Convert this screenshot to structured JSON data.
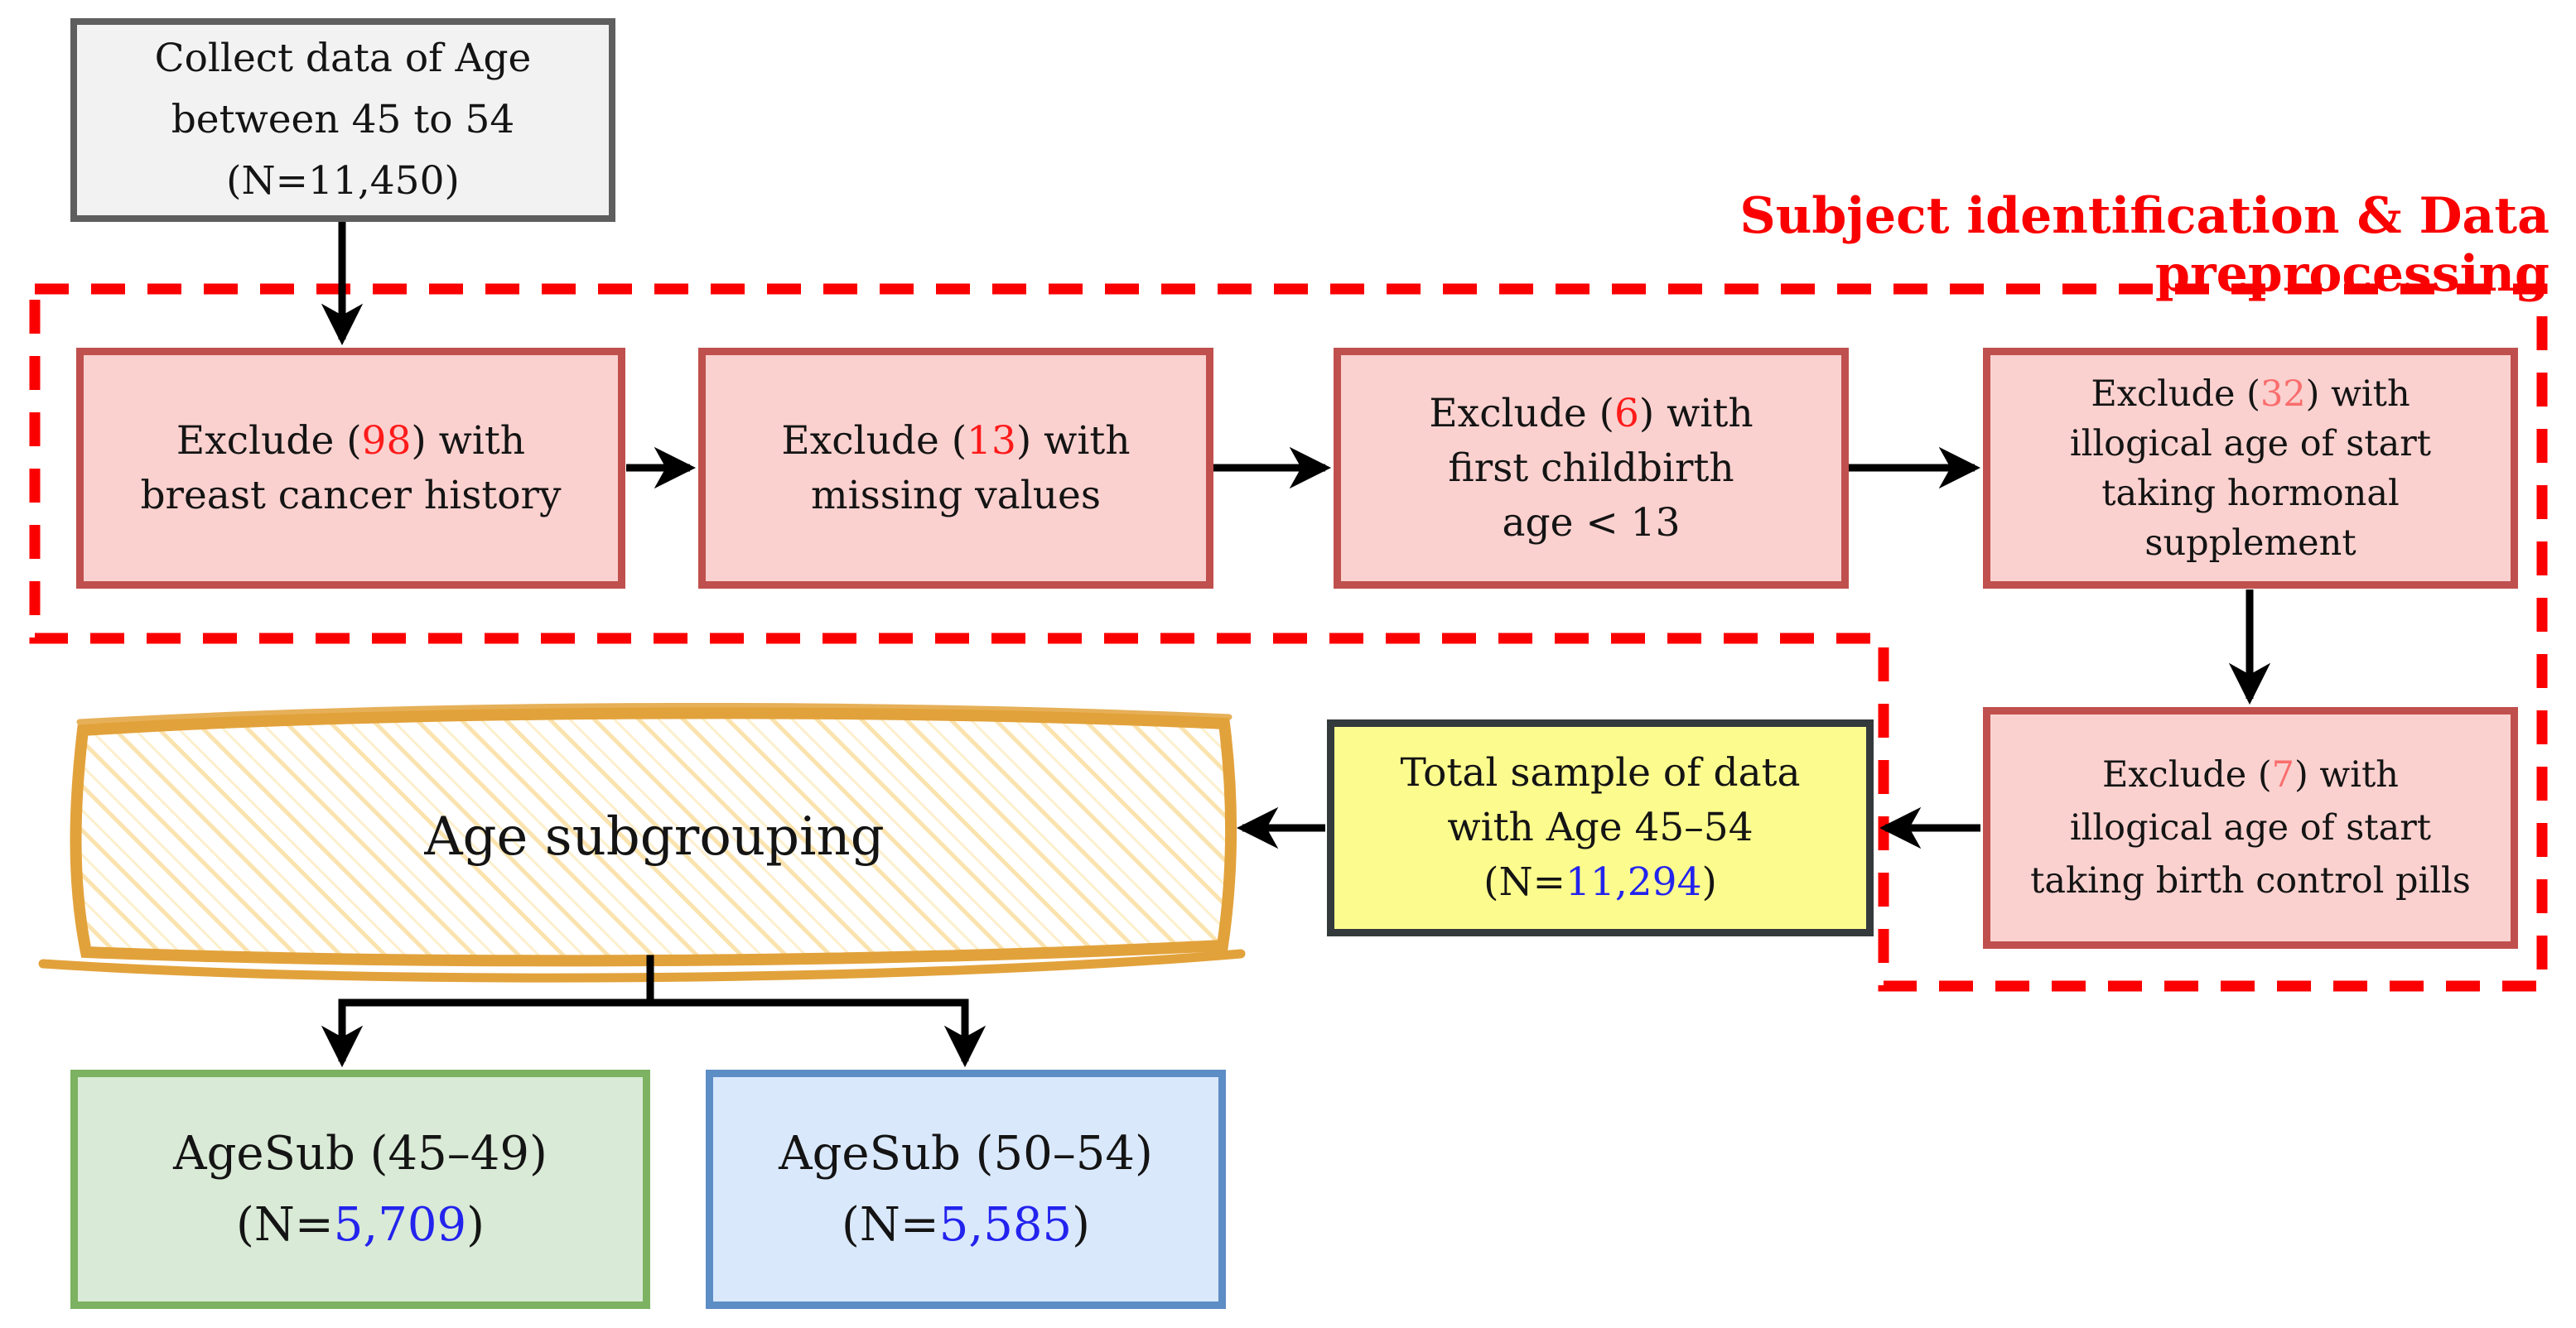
{
  "figure": {
    "type": "flowchart",
    "section_label": "Subject identification & Data preprocessing"
  },
  "colors": {
    "dashed_region_red": "#FB0000",
    "exclude_count_red": "#FF1A1A",
    "exclude_count_salmon": "#FA6D6D",
    "sample_count_blue": "#2323EE",
    "pink_fill": "#FAD1CF",
    "pink_border": "#C0504D",
    "gray_fill": "#F2F2F2",
    "gray_border": "#5E5E5E",
    "yellow_fill": "#FCFC8E",
    "yellow_border": "#34393C",
    "green_fill": "#D9EAD6",
    "green_border": "#7CB261",
    "blue_fill": "#DAE8FC",
    "blue_border": "#5D8DC5",
    "sketch_gold": "#E2A23B",
    "hatch_gold": "#FAE3AE"
  },
  "nodes": {
    "collect": {
      "line1": "Collect data of Age",
      "line2": "between 45 to 54",
      "line3": "(N=11,450)"
    },
    "exclude_breast": {
      "pre": "Exclude (",
      "count": "98",
      "post": ") with",
      "line2": "breast cancer history"
    },
    "exclude_missing": {
      "pre": "Exclude (",
      "count": "13",
      "post": ") with",
      "line2": "missing values"
    },
    "exclude_childbirth": {
      "pre": "Exclude (",
      "count": "6",
      "post": ") with",
      "line2": "first childbirth",
      "line3": "age < 13"
    },
    "exclude_hormonal": {
      "pre": "Exclude (",
      "count": "32",
      "post": ") with",
      "line2": "illogical age of start",
      "line3": "taking hormonal",
      "line4": "supplement"
    },
    "exclude_birth_control": {
      "pre": "Exclude (",
      "count": "7",
      "post": ") with",
      "line2": "illogical age of start",
      "line3": "taking birth control pills"
    },
    "total_sample": {
      "line1": "Total sample of data",
      "line2": "with Age 45–54",
      "pre": "(N=",
      "count": "11,294",
      "post": ")"
    },
    "age_subgrouping": {
      "label": "Age subgrouping"
    },
    "agesub_45_49": {
      "line1": "AgeSub (45–49)",
      "pre": "(N=",
      "count": "5,709",
      "post": ")"
    },
    "agesub_50_54": {
      "line1": "AgeSub (50–54)",
      "pre": "(N=",
      "count": "5,585",
      "post": ")"
    }
  }
}
